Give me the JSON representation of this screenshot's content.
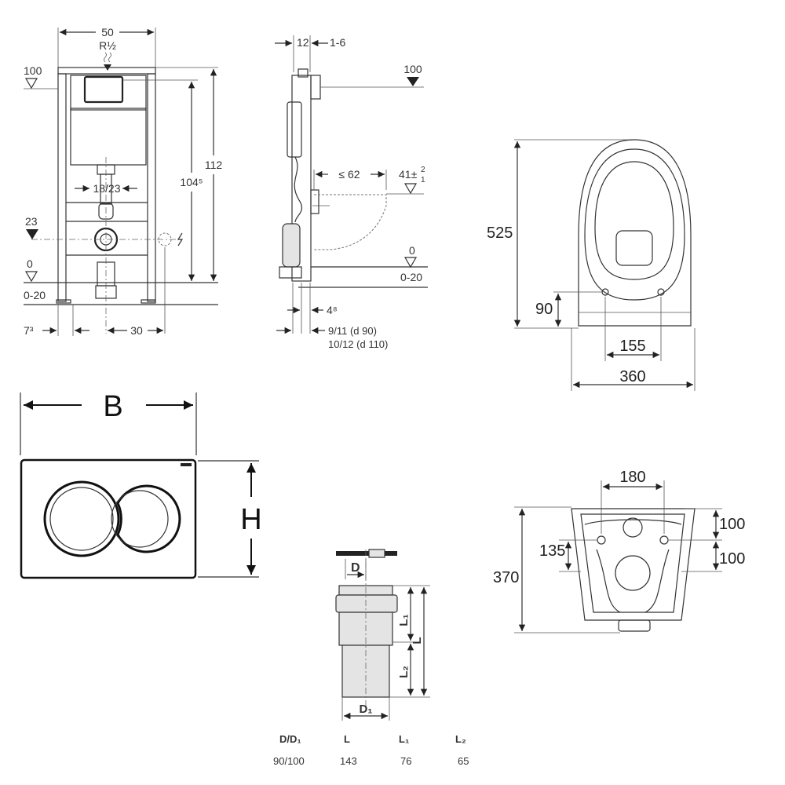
{
  "frame_front": {
    "width": "50",
    "thread": "R½",
    "level_top": "100",
    "height_total": "112",
    "height_frame": "104⁵",
    "bolt_spacing": "18/23",
    "level_drain": "23",
    "level_floor": "0",
    "floor_range": "0-20",
    "offset_left": "7³",
    "offset_power": "30"
  },
  "frame_side": {
    "depth": "12",
    "adjust": "1-6",
    "level_top": "100",
    "bowl_projection": "≤ 62",
    "bowl_height": "41±",
    "bowl_height_tol_up": "2",
    "bowl_height_tol_down": "1",
    "level_floor": "0",
    "floor_range": "0-20",
    "pipe_offset": "4⁸",
    "pipe_offset_d90": "9/11  (d 90)",
    "pipe_offset_d110": "10/12 (d 110)"
  },
  "bowl_top": {
    "length": "525",
    "hole_offset": "90",
    "hole_spacing": "155",
    "width": "360"
  },
  "bowl_back": {
    "bolt_spacing": "180",
    "upper": "100",
    "hole_height": "135",
    "lower": "100",
    "height": "370"
  },
  "flush_plate": {
    "width_label": "B",
    "height_label": "H"
  },
  "pipe": {
    "d_label": "D",
    "l1_label": "L₁",
    "l_label": "L",
    "l2_label": "L₂",
    "d1_label": "D₁"
  },
  "pipe_table": {
    "headers": [
      "D/D₁",
      "L",
      "L₁",
      "L₂"
    ],
    "rows": [
      [
        "90/100",
        "143",
        "76",
        "65"
      ]
    ]
  }
}
